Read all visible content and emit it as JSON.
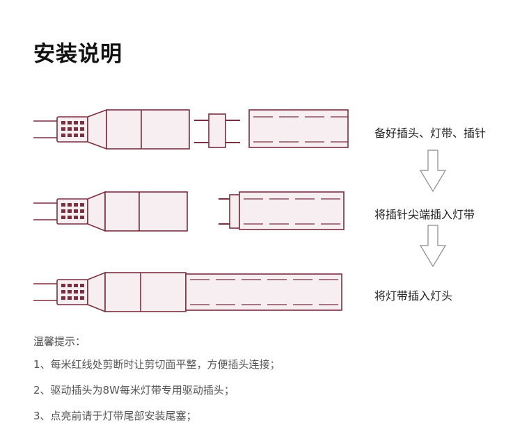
{
  "page": {
    "title": "安装说明"
  },
  "steps": [
    {
      "label": "备好插头、灯带、插针"
    },
    {
      "label": "将插针尖端插入灯带"
    },
    {
      "label": "将灯带插入灯头"
    }
  ],
  "tips": {
    "heading": "温馨提示：",
    "items": [
      "1、每米红线处剪断时让剪切面平整，方便插头连接；",
      "2、驱动插头为8W每米灯带专用驱动插头；",
      "3、点亮前请于灯带尾部安装尾塞；"
    ]
  },
  "colors": {
    "line": "#7a2f3e",
    "fill": "#f7eef1",
    "text": "#222222"
  },
  "icons": [
    "down-arrow-icon"
  ]
}
